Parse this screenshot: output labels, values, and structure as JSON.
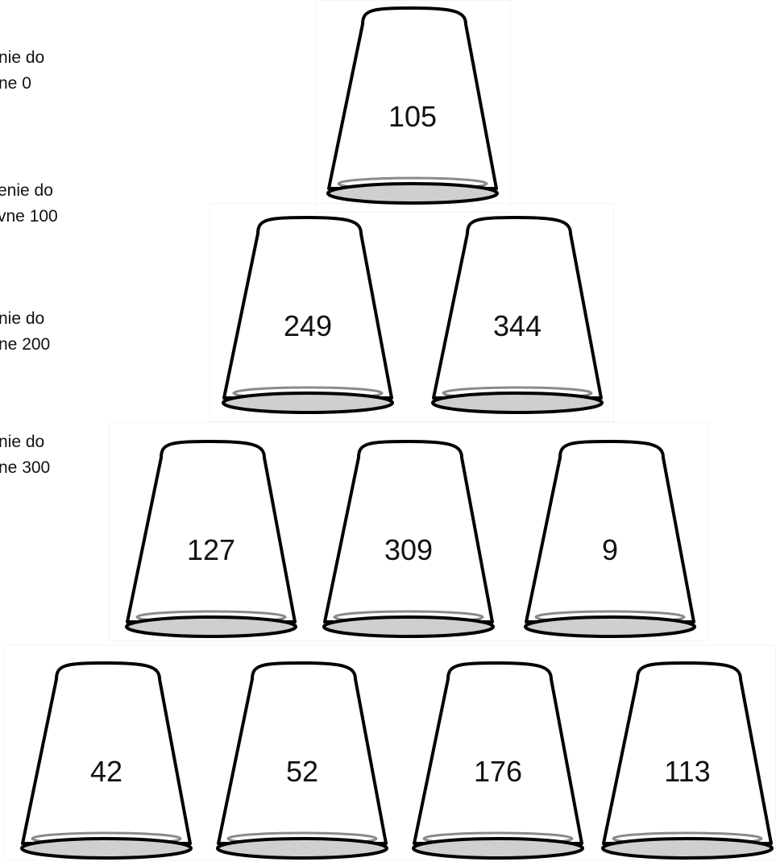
{
  "labels": [
    {
      "line1": "nie do",
      "line2": "ne 0"
    },
    {
      "line1": "enie do",
      "line2": "vne 100"
    },
    {
      "line1": "nie do",
      "line2": "ne 200"
    },
    {
      "line1": "nie do",
      "line2": "ne 300"
    }
  ],
  "cups": [
    {
      "value": "105"
    },
    {
      "value": "249"
    },
    {
      "value": "344"
    },
    {
      "value": "127"
    },
    {
      "value": "309"
    },
    {
      "value": "9"
    },
    {
      "value": "42"
    },
    {
      "value": "52"
    },
    {
      "value": "176"
    },
    {
      "value": "113"
    }
  ]
}
